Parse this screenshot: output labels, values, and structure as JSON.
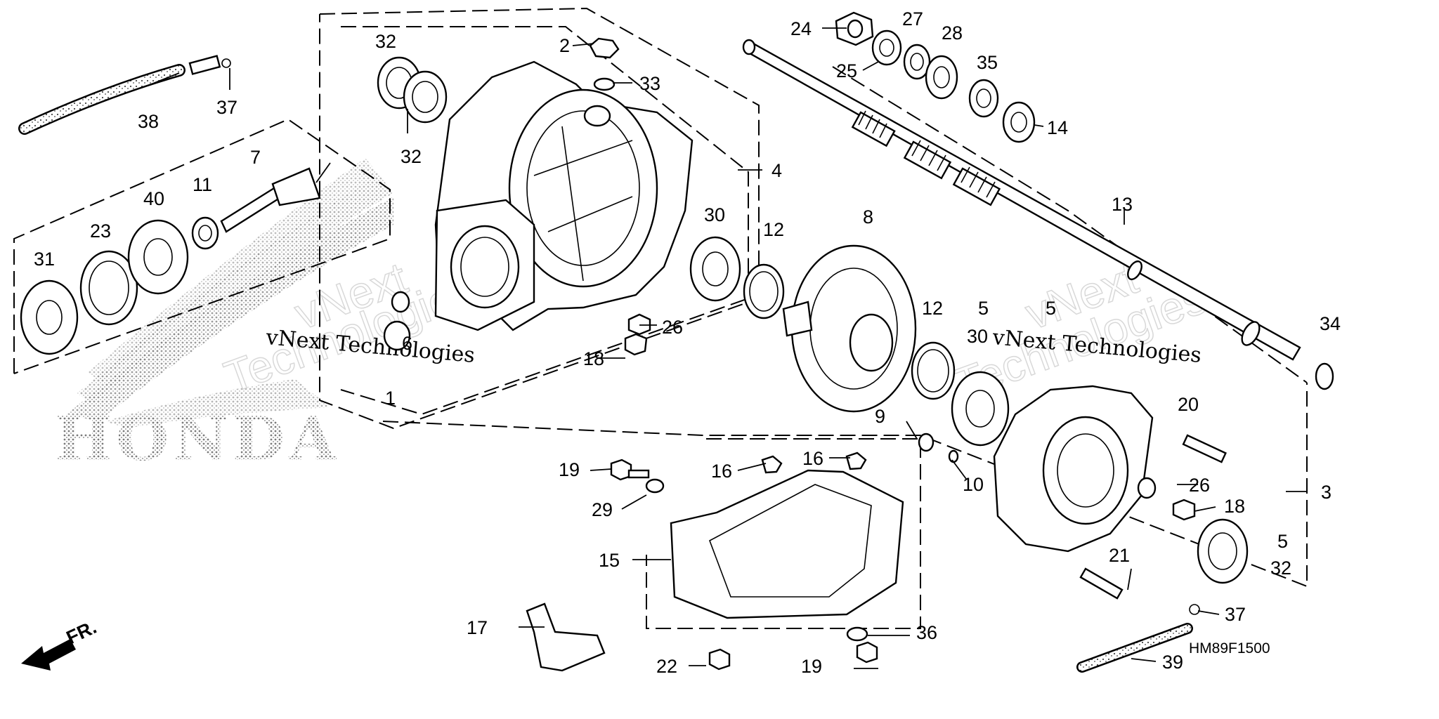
{
  "diagram": {
    "code": "HM89F1500",
    "brand": "HONDA",
    "front_label": "FR.",
    "watermark_line": "vNext Technologies",
    "watermark_top": "vNext",
    "watermark_bottom": "Technologies"
  },
  "callouts": {
    "c1": "1",
    "c2": "2",
    "c3": "3",
    "c4": "4",
    "c5a": "5",
    "c5b": "5",
    "c5c": "5",
    "c6": "6",
    "c7": "7",
    "c8": "8",
    "c9": "9",
    "c10": "10",
    "c11": "11",
    "c12a": "12",
    "c12b": "12",
    "c13": "13",
    "c14": "14",
    "c15": "15",
    "c16a": "16",
    "c16b": "16",
    "c17": "17",
    "c18a": "18",
    "c18b": "18",
    "c19a": "19",
    "c19b": "19",
    "c20": "20",
    "c21": "21",
    "c22": "22",
    "c23": "23",
    "c24": "24",
    "c25": "25",
    "c26a": "26",
    "c26b": "26",
    "c27": "27",
    "c28": "28",
    "c29": "29",
    "c30a": "30",
    "c30b": "30",
    "c31": "31",
    "c32a": "32",
    "c32b": "32",
    "c32c": "32",
    "c33": "33",
    "c34": "34",
    "c35": "35",
    "c36": "36",
    "c37a": "37",
    "c37b": "37",
    "c38": "38",
    "c39": "39",
    "c40": "40"
  }
}
